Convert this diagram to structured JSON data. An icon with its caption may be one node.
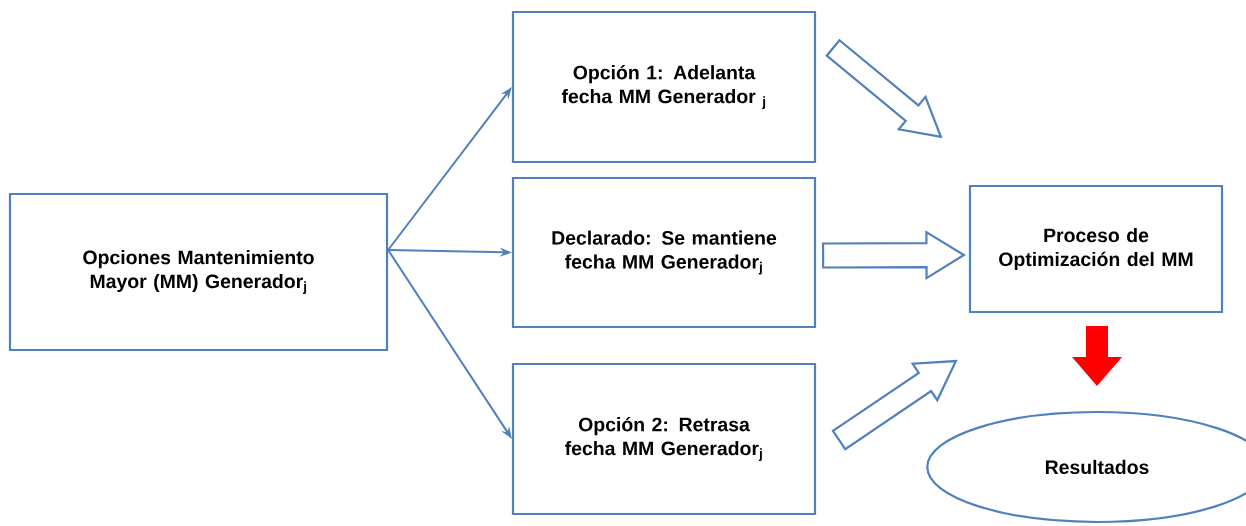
{
  "diagram": {
    "nodes": [
      {
        "text": [
          "Opciones Mantenimiento Mayor (MM) Generador$_{j}$"
        ]
      },
      {
        "text": [
          "Opción 1: Adelanta fecha MM Generador $_{j}$"
        ]
      },
      {
        "text": [
          "Declarado: Se mantiene fecha MM Generador$_{j}$"
        ]
      },
      {
        "text": [
          "Opción 2: Retrasa fecha MM Generador$_{j}$"
        ]
      },
      {
        "text": [
          "Proceso de Optimización del MM"
        ]
      },
      {
        "text": [
          "Resultados"
        ]
      }
    ],
    "edges": [
      {
        "from": 0,
        "to": 1,
        "arrow": "to"
      },
      {
        "from": 0,
        "to": 2,
        "arrow": "to"
      },
      {
        "from": 0,
        "to": 3,
        "arrow": "to"
      },
      {
        "from": 1,
        "to": 4,
        "arrow": "to",
        "style": "thick"
      },
      {
        "from": 2,
        "to": 4,
        "arrow": "to",
        "style": "thick"
      },
      {
        "from": 3,
        "to": 4,
        "arrow": "to",
        "style": "thick"
      },
      {
        "from": 4,
        "to": 5,
        "arrow": "to",
        "style": "thick",
        "color": "#ff0000"
      }
    ]
  }
}
